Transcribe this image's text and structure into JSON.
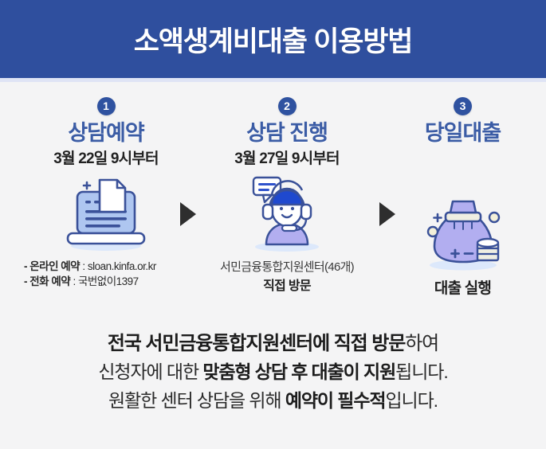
{
  "header": {
    "title": "소액생계비대출 이용방법",
    "background_color": "#2f4f9e",
    "title_color": "#ffffff"
  },
  "steps": [
    {
      "number": "1",
      "title": "상담예약",
      "date": "3월 22일 9시부터",
      "icon": "laptop-document-icon",
      "details": [
        {
          "label": "- 온라인 예약",
          "separator": " : ",
          "value": "sloan.kinfa.or.kr"
        },
        {
          "label": "- 전화 예약",
          "separator": " : ",
          "value": "국번없이1397"
        }
      ]
    },
    {
      "number": "2",
      "title": "상담 진행",
      "date": "3월 27일 9시부터",
      "icon": "headset-agent-icon",
      "detail_primary": "서민금융통합지원센터(46개)",
      "detail_secondary": "직접 방문"
    },
    {
      "number": "3",
      "title": "당일대출",
      "date": "",
      "icon": "money-bag-coins-icon",
      "detail_primary": "대출 실행"
    }
  ],
  "arrow_icon": "play-triangle-right-icon",
  "summary": {
    "line1_bold": "전국 서민금융통합지원센터에 직접 방문",
    "line1_tail": "하여",
    "line2_head": "신청자에 대한 ",
    "line2_bold": "맞춤형 상담 후 대출이 지원",
    "line2_tail": "됩니다.",
    "line3_head": "원활한 센터 상담을 위해 ",
    "line3_bold": "예약이 필수적",
    "line3_tail": "입니다."
  },
  "colors": {
    "banner_blue": "#2f4f9e",
    "step_title_blue": "#3b5ca5",
    "badge_blue": "#2f52a0",
    "icon_light_blue": "#aec6f0",
    "icon_dark_blue": "#3a5199",
    "icon_purple": "#b2aef0",
    "page_background": "#f4f4f5",
    "arrow_dark": "#2e2e2e"
  }
}
